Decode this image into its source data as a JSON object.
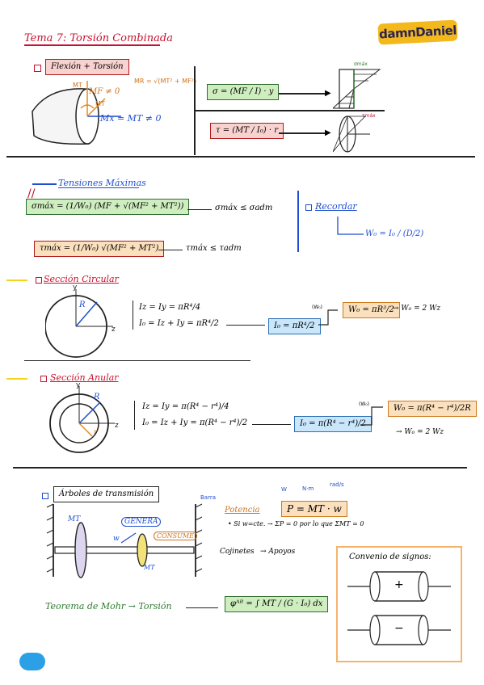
{
  "header": {
    "title": "Tema 7: Torsión Combinada",
    "logo_text": "damnDaniel"
  },
  "flexion": {
    "heading": "Flexión + Torsión",
    "mf_label": "MF ≠ 0",
    "mt_label": "MT",
    "mx_label": "Mx = MT ≠ 0",
    "mr_label": "MR = √(MT² + MF²)",
    "my_label": "MF",
    "mt_small": "MT",
    "sigma_formula": "σ = (MF / I) · y",
    "tau_formula": "τ = (MT / I₀) · r",
    "sigma_max": "σmáx",
    "tau_max": "τmáx"
  },
  "tensiones": {
    "heading": "Tensiones Máximas",
    "sigma_formula": "σmáx = (1/W₀) (MF + √(MF² + MT²))",
    "sigma_cond": "σmáx ≤ σadm",
    "tau_formula": "τmáx = (1/W₀) √(MF² + MT²)",
    "tau_cond": "τmáx ≤ τadm",
    "recordar": "Recordar",
    "w0_formula": "W₀ = I₀ / (D/2)"
  },
  "circular": {
    "heading": "Sección Circular",
    "axis_y": "y",
    "axis_z": "z",
    "radius": "R",
    "iz_formula": "Iz = Iy = πR⁴/4",
    "io_formula": "I₀ = Iz + Iy = πR⁴/2",
    "io_box": "I₀ = πR⁴/2",
    "w_arrow": "(W₀)",
    "w0_box": "W₀ = πR³/2",
    "w_result": "→ W₀ = 2 Wz"
  },
  "anular": {
    "heading": "Sección Anular",
    "axis_y": "y",
    "axis_z": "z",
    "radius": "R",
    "inner_r": "r",
    "iz_formula": "Iz = Iy = π(R⁴ − r⁴)/4",
    "io_formula": "I₀ = Iz + Iy = π(R⁴ − r⁴)/2",
    "io_box": "I₀ = π(R⁴ − r⁴)/2",
    "w_arrow": "(W₀)",
    "w0_box": "W₀ = π(R⁴ − r⁴)/2R",
    "w_result": "→ W₀ = 2 Wz"
  },
  "arboles": {
    "heading": "Árboles de transmisión",
    "mt_left": "MT",
    "genera": "GENERA",
    "consume": "CONSUME",
    "omega": "w",
    "mt_right": "MT",
    "rad_s": "rad/s",
    "w_label": "W",
    "nm_label": "N·m",
    "potencia": "Potencia",
    "power_formula": "P = MT · w",
    "si_line": "• Si w=cte. → ΣP = 0 por lo que ΣMT = 0",
    "cojinetes": "Cojinetes",
    "apoyos": "→ Apoyos",
    "beam_label": "Barra",
    "mohr": "Teorema de Mohr → Torsión",
    "mohr_formula": "φᴬᴮ = ∫ MT / (G · I₀) dx",
    "convenio": "Convenio de signos:",
    "plus": "+",
    "minus": "−"
  }
}
